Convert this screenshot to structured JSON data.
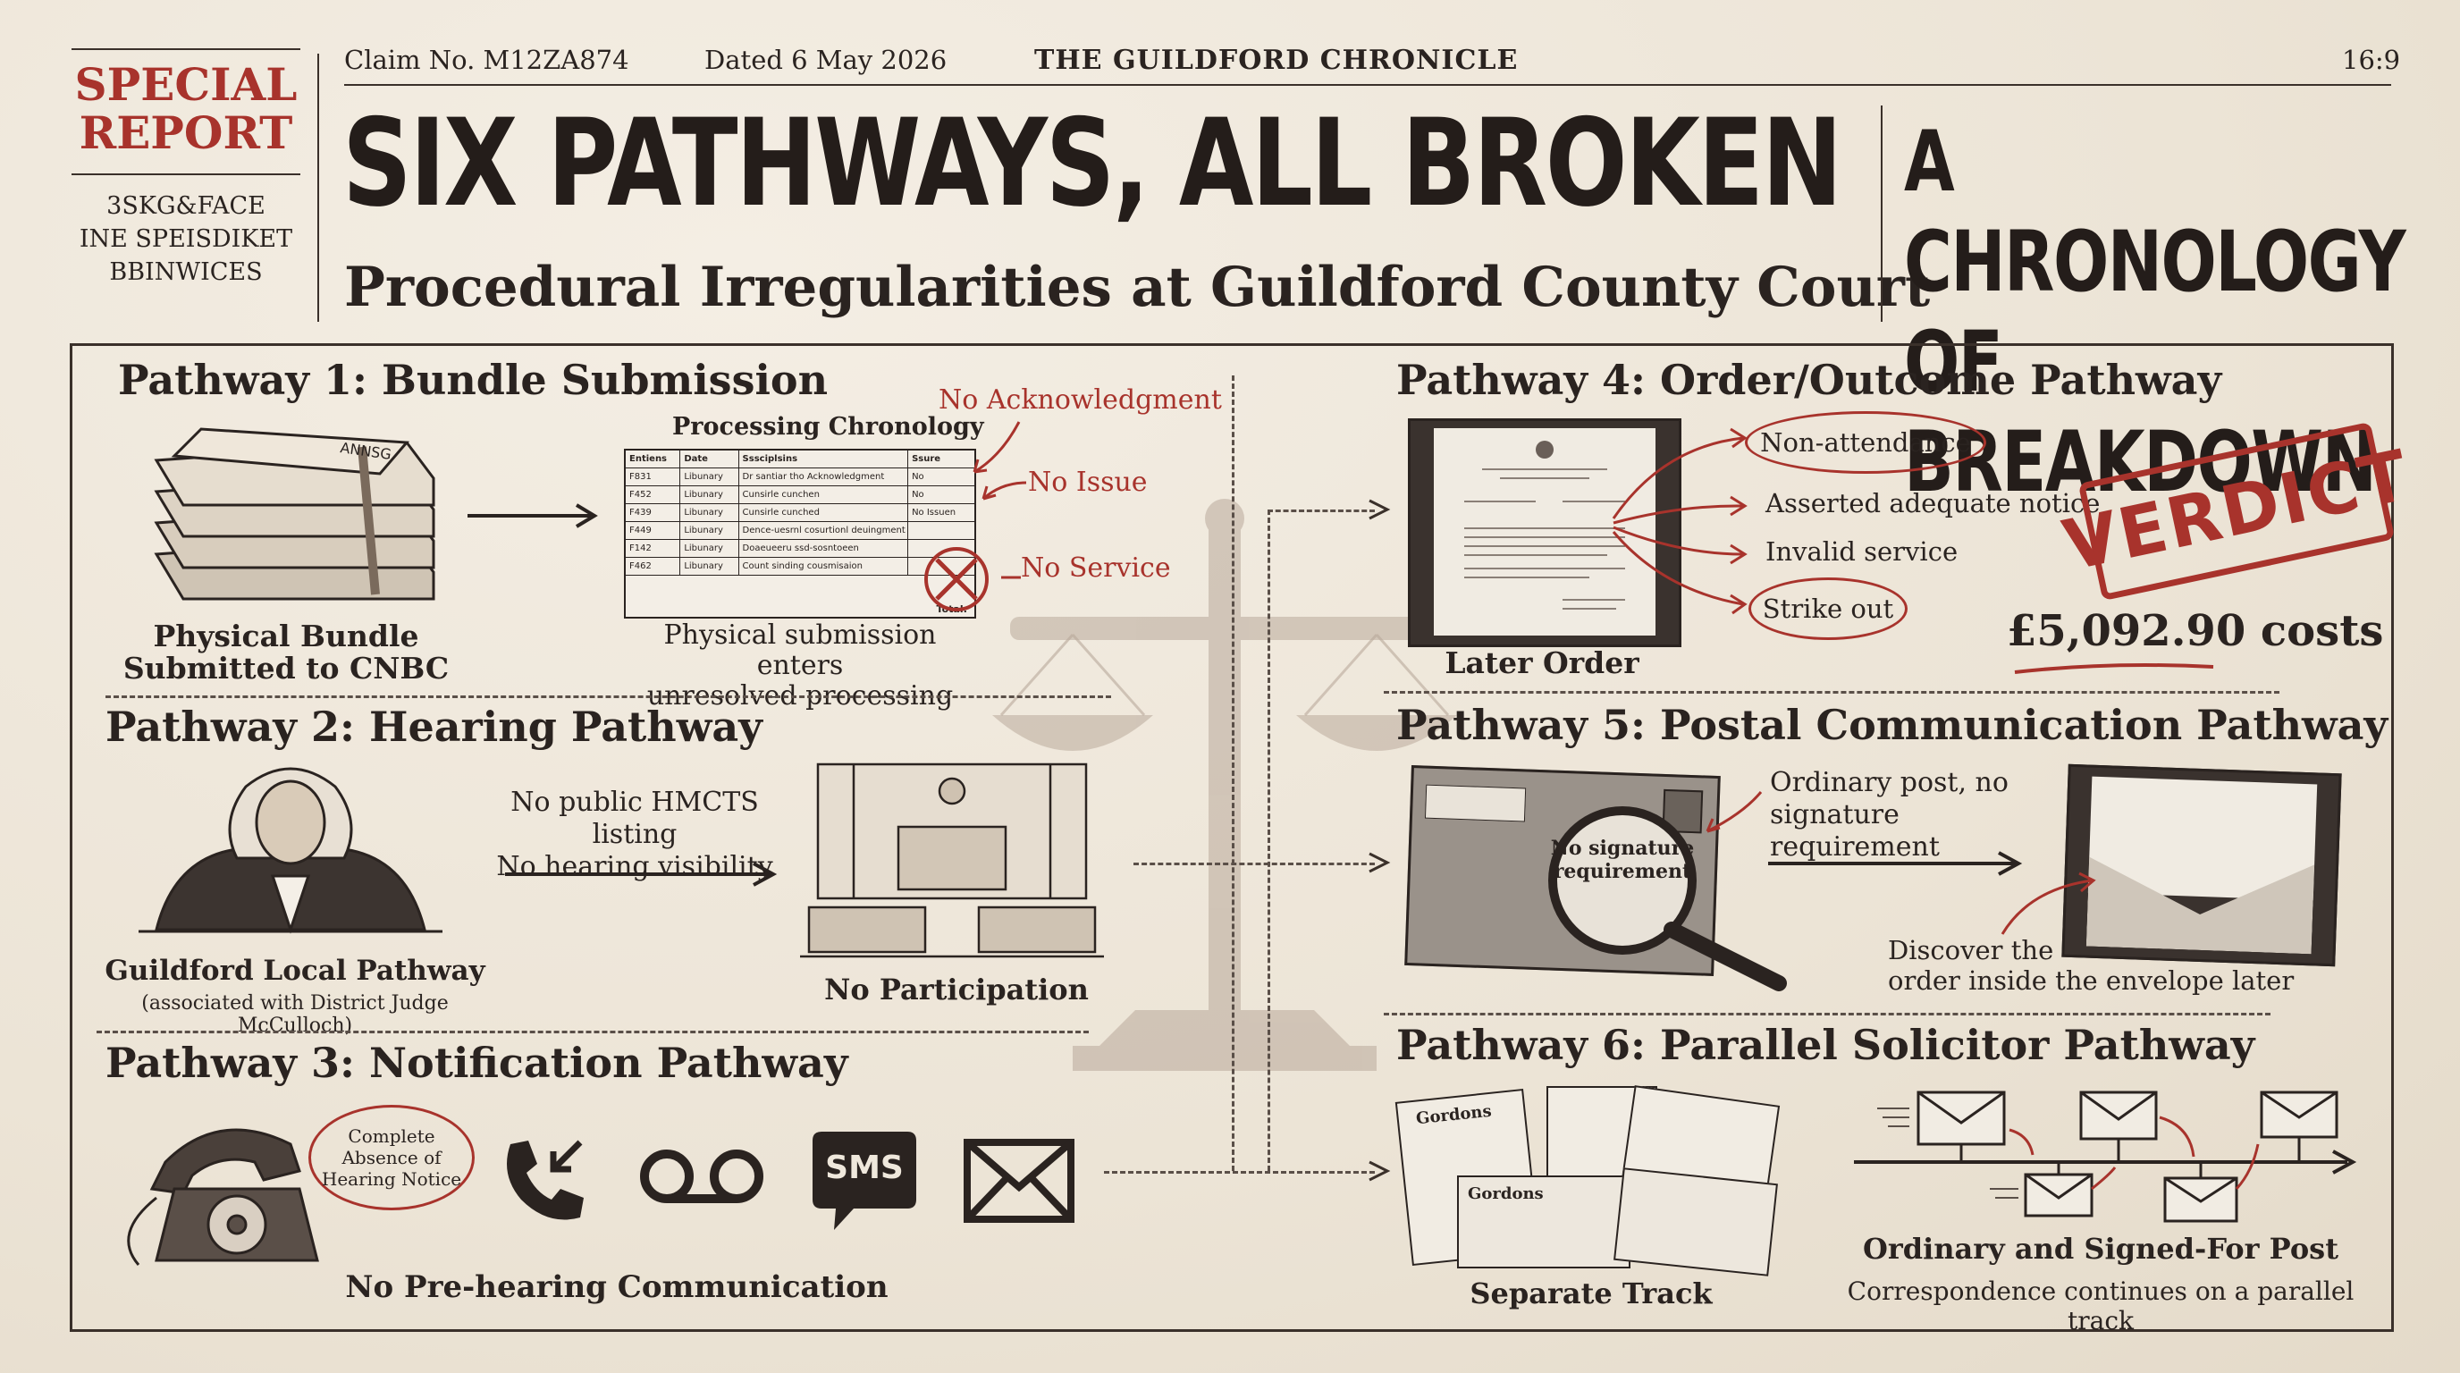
{
  "masthead": {
    "special_report": "SPECIAL\nREPORT",
    "side_text": "3SKG&FACE\nINE SPEISDIKET\nBBINWICES",
    "claim_no": "Claim No. M12ZA874",
    "dated": "Dated 6 May 2026",
    "publication": "THE GUILDFORD CHRONICLE",
    "aspect": "16:9",
    "headline": "SIX PATHWAYS, ALL BROKEN",
    "subheadline": "Procedural Irregularities at Guildford County Court",
    "side_headline": "A CHRONOLOGY\nOF BREAKDOWN"
  },
  "pathway1": {
    "title": "Pathway 1: Bundle Submission",
    "bundle_caption": "Physical Bundle\nSubmitted to CNBC",
    "table_title": "Processing Chronology",
    "table_headers": [
      "Entiens",
      "Date",
      "Sssciplsins",
      "Ssure"
    ],
    "table_rows": [
      [
        "F831",
        "Libunary",
        "Dr santiar tho Acknowledgment",
        "No"
      ],
      [
        "F452",
        "Libunary",
        "Cunsirle cunchen",
        "No"
      ],
      [
        "F439",
        "Libunary",
        "Cunsirle cunched",
        "No Issuen"
      ],
      [
        "F449",
        "Libunary",
        "Dence-uesrnl cosurtionl deuingment",
        ""
      ],
      [
        "F142",
        "Libunary",
        "Doaeueeru ssd-sosntoeen",
        ""
      ],
      [
        "F462",
        "Libunary",
        "Count sinding cousmisaion",
        ""
      ]
    ],
    "table_total": "Total:",
    "callout_ack": "No Acknowledgment",
    "callout_issue": "No Issue",
    "callout_service": "No Service",
    "table_caption": "Physical submission enters\nunresolved processing",
    "bundle_spine": "ANNSG"
  },
  "pathway2": {
    "title": "Pathway 2: Hearing Pathway",
    "judge_caption": "Guildford Local Pathway",
    "judge_subcaption": "(associated with District Judge McCulloch)",
    "arrow_text": "No public HMCTS listing\nNo hearing visibility",
    "court_caption": "No Participation"
  },
  "pathway3": {
    "title": "Pathway 3: Notification Pathway",
    "notice_oval": "Complete\nAbsence of\nHearing Notice",
    "sms_label": "SMS",
    "caption": "No Pre-hearing Communication"
  },
  "pathway4": {
    "title": "Pathway 4: Order/Outcome Pathway",
    "order_caption": "Later Order",
    "items": [
      "Non-attendance",
      "Asserted adequate notice",
      "Invalid service",
      "Strike out"
    ],
    "stamp": "VERDICT",
    "costs": "£5,092.90 costs"
  },
  "pathway5": {
    "title": "Pathway 5: Postal Communication Pathway",
    "magnifier_text": "No signature\nrequirement",
    "note": "Ordinary post, no\nsignature requirement",
    "discover": "Discover the\norder inside the envelope later"
  },
  "pathway6": {
    "title": "Pathway 6: Parallel Solicitor Pathway",
    "letter_brand": "Gordons",
    "track_caption": "Separate Track",
    "post_caption": "Ordinary and Signed-For Post",
    "post_subcaption": "Correspondence continues on a parallel track"
  },
  "colors": {
    "accent_red": "#a8332c",
    "ink": "#2a2320",
    "paper": "#efe8dc"
  }
}
